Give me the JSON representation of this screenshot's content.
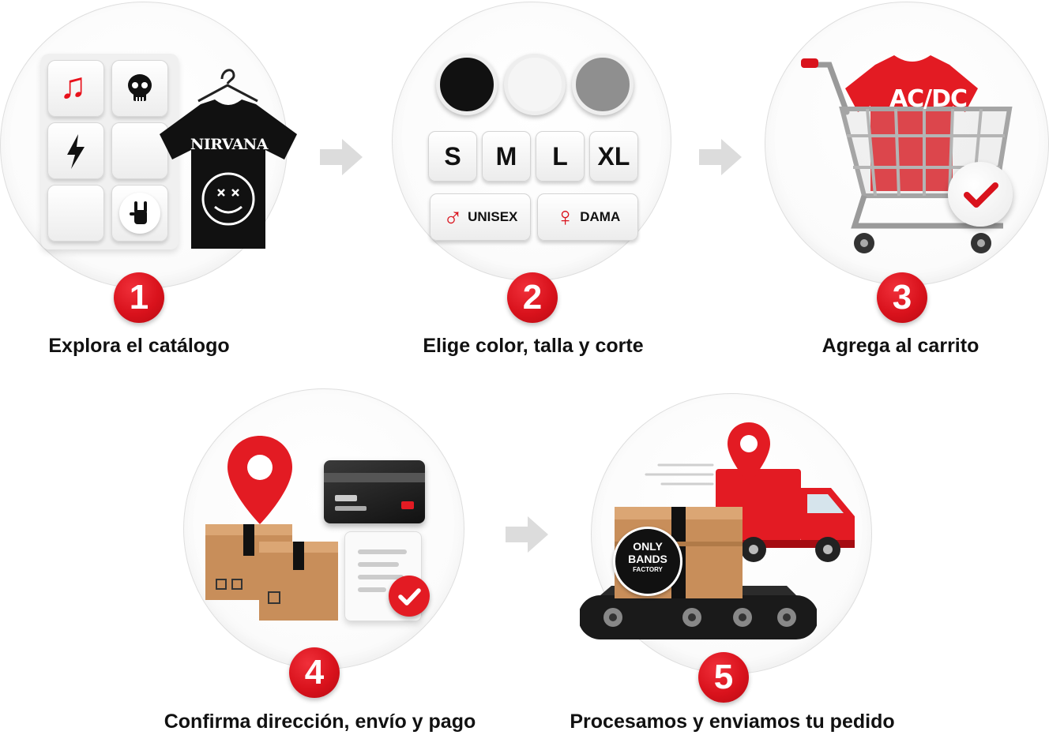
{
  "steps": [
    {
      "number": "1",
      "title": "Explora el catálogo"
    },
    {
      "number": "2",
      "title": "Elige color, talla y corte"
    },
    {
      "number": "3",
      "title": "Agrega al carrito"
    },
    {
      "number": "4",
      "title": "Confirma dirección, envío y pago"
    },
    {
      "number": "5",
      "title": "Procesamos y enviamos tu pedido"
    }
  ],
  "catalog": {
    "tshirt_text": "NIRVANA",
    "tiles": [
      "music-note-icon",
      "skull-icon",
      "lightning-icon",
      "",
      "",
      "rock-hand-icon"
    ]
  },
  "options": {
    "colors": [
      "#111111",
      "#f5f5f5",
      "#8f8f8f"
    ],
    "sizes": [
      "S",
      "M",
      "L",
      "XL"
    ],
    "fits": [
      {
        "symbol": "♂",
        "label": "UNISEX"
      },
      {
        "symbol": "♀",
        "label": "DAMA"
      }
    ]
  },
  "cart": {
    "tshirt_text": "AC/DC"
  },
  "shipping": {
    "box_label_line1": "ONLY",
    "box_label_line2": "BANDS",
    "box_label_line3": "FACTORY"
  },
  "colors": {
    "accent": "#d9121c",
    "text": "#111111",
    "circle_border": "#dedede",
    "arrow": "#d8d8d8"
  }
}
